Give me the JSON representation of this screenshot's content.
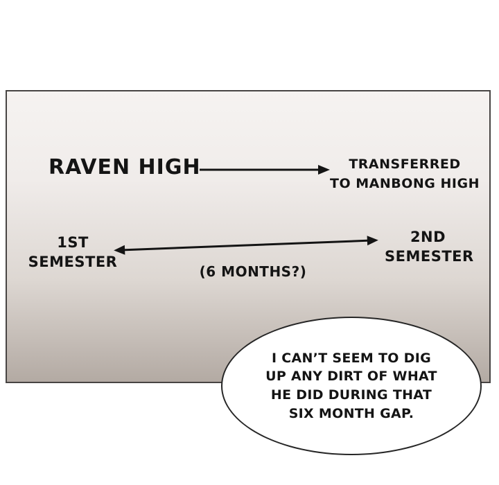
{
  "panel": {
    "raven_high": "RAVEN HIGH",
    "transferred": {
      "line1": "TRANSFERRED",
      "line2": "TO MANBONG HIGH"
    },
    "first_semester": {
      "line1": "1ST",
      "line2": "SEMESTER"
    },
    "second_semester": {
      "line1": "2ND",
      "line2": "SEMESTER"
    },
    "six_months": "(6 MONTHS?)"
  },
  "speech_bubble": {
    "lines": [
      "I CAN’T SEEM TO DIG",
      "UP ANY DIRT OF WHAT",
      "HE DID DURING THAT",
      "SIX MONTH GAP."
    ]
  },
  "colors": {
    "panel_border": "#474443",
    "panel_top": "#f6f3f1",
    "panel_bottom": "#b3aaa3",
    "ink": "#141414",
    "bubble_fill": "#ffffff"
  }
}
